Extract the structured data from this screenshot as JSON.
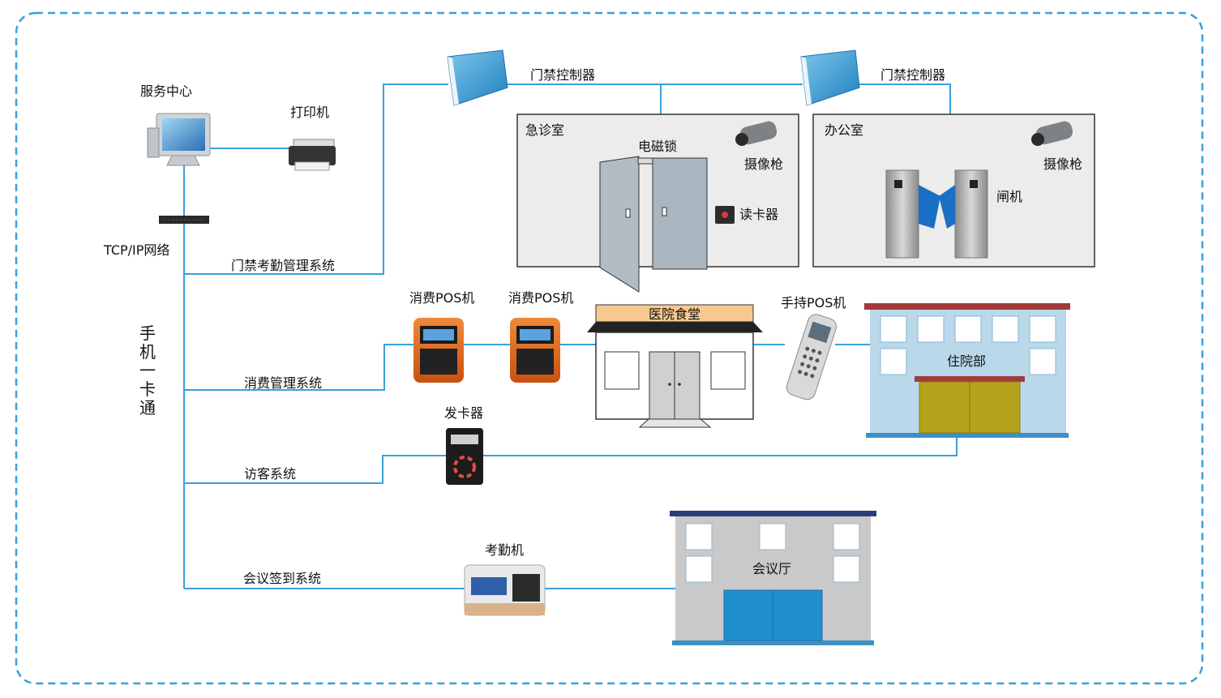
{
  "title": "手机一卡通",
  "title_chars": [
    "手",
    "机",
    "一",
    "卡",
    "通"
  ],
  "service_center": "服务中心",
  "printer": "打印机",
  "network": "TCP/IP网络",
  "systems": {
    "access": "门禁考勤管理系统",
    "consumption": "消费管理系统",
    "visitor": "访客系统",
    "meeting": "会议签到系统"
  },
  "controllers": {
    "left": "门禁控制器",
    "right": "门禁控制器"
  },
  "emergency_room": {
    "name": "急诊室",
    "magnetic_lock": "电磁锁",
    "camera": "摄像枪",
    "card_reader": "读卡器"
  },
  "office": {
    "name": "办公室",
    "camera": "摄像枪",
    "turnstile": "闸机"
  },
  "pos": {
    "pos1": "消费POS机",
    "pos2": "消费POS机",
    "handheld": "手持POS机"
  },
  "canteen": "医院食堂",
  "inpatient": "住院部",
  "card_issuer": "发卡器",
  "attendance_machine": "考勤机",
  "meeting_hall": "会议厅",
  "colors": {
    "frame": "#3aa0dc",
    "line": "#3aa0dc",
    "room_bg": "#ececec",
    "canteen_sign": "#f7c98f",
    "inpatient_wall": "#b9d8ea",
    "hall_wall": "#c9c9c9",
    "pos_orange": "#e86a1e",
    "door_olive": "#b6a11b",
    "hall_door": "#1f8fcf"
  }
}
